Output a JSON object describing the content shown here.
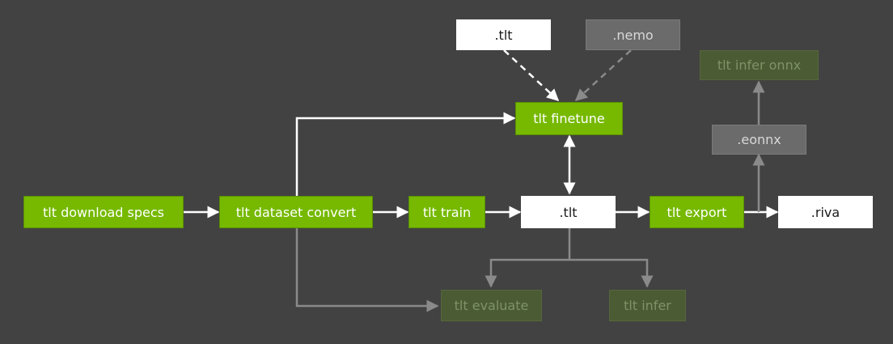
{
  "nodes": {
    "download_specs": "tlt download specs",
    "dataset_convert": "tlt dataset convert",
    "train": "tlt train",
    "tlt_center": ".tlt",
    "export": "tlt export",
    "riva": ".riva",
    "tlt_top": ".tlt",
    "nemo": ".nemo",
    "finetune": "tlt finetune",
    "eonnx": ".eonnx",
    "infer_onnx": "tlt infer onnx",
    "evaluate": "tlt evaluate",
    "infer": "tlt infer"
  },
  "colors": {
    "background": "#424242",
    "primary_green": "#76b900",
    "white": "#ffffff",
    "muted_gray": "#6b6b6b",
    "muted_green": "#4b5b34",
    "edge_white": "#ffffff",
    "edge_gray": "#8a8a8a"
  }
}
